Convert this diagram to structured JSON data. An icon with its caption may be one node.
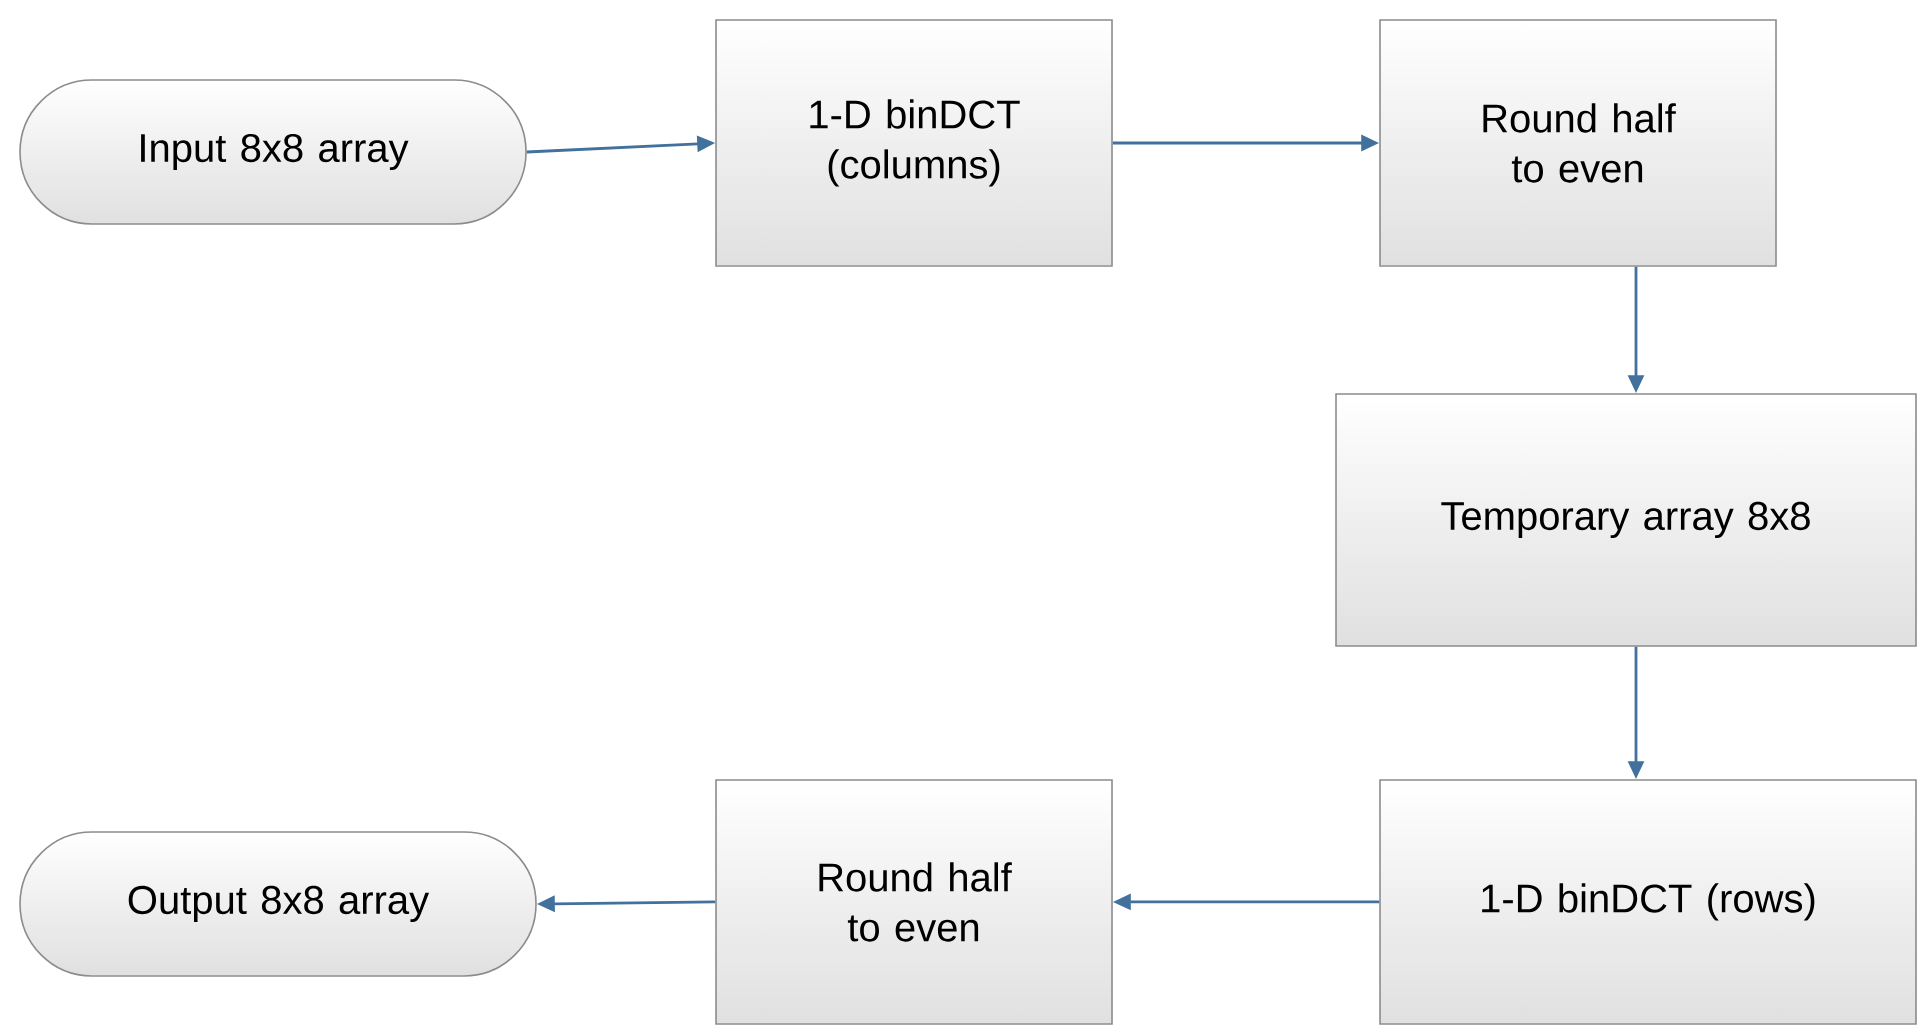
{
  "diagram": {
    "nodes": [
      {
        "text": [
          "Input 8x8 array"
        ]
      },
      {
        "text": [
          "1-D binDCT (columns)"
        ]
      },
      {
        "text": [
          "Round half to even"
        ]
      },
      {
        "text": [
          "Temporary array 8x8"
        ]
      },
      {
        "text": [
          "1-D binDCT (rows)"
        ]
      },
      {
        "text": [
          "Round half to even"
        ]
      },
      {
        "text": [
          "Output 8x8 array"
        ]
      }
    ],
    "edges": [
      {
        "from": 0,
        "to": 1,
        "arrow": "to"
      },
      {
        "from": 1,
        "to": 2,
        "arrow": "to"
      },
      {
        "from": 2,
        "to": 3,
        "arrow": "to"
      },
      {
        "from": 3,
        "to": 4,
        "arrow": "to"
      },
      {
        "from": 4,
        "to": 5,
        "arrow": "to"
      },
      {
        "from": 5,
        "to": 6,
        "arrow": "to"
      }
    ]
  }
}
